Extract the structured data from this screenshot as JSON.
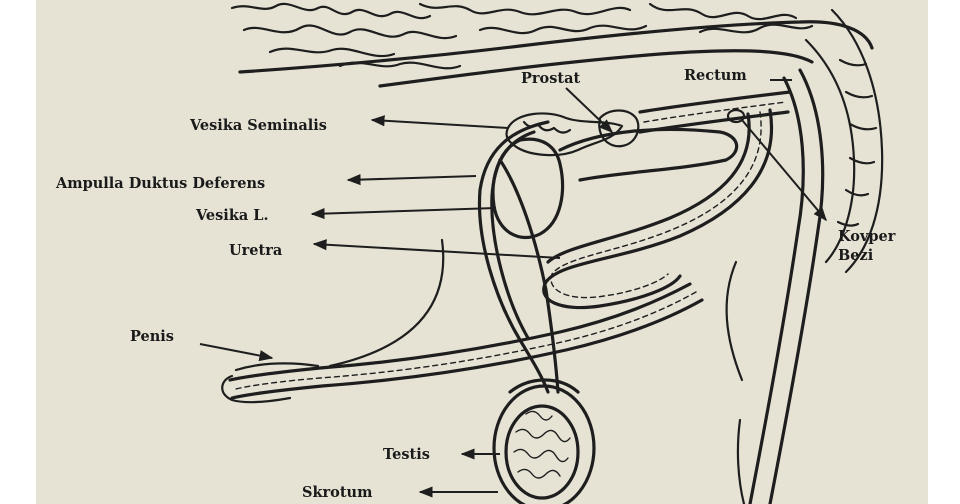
{
  "labels": {
    "prostat": "Prostat",
    "rectum": "Rectum",
    "vesika_seminalis": "Vesika Seminalis",
    "ampulla": "Ampulla Duktus Deferens",
    "vesika_l": "Vesika L.",
    "uretra": "Uretra",
    "kovper_line1": "Kovper",
    "kovper_line2": "Bezi",
    "penis": "Penis",
    "testis": "Testis",
    "skrotum": "Skrotum"
  },
  "colors": {
    "paper": "#e6e3d5",
    "ink": "#1e1e1e",
    "margin": "#ffffff"
  }
}
